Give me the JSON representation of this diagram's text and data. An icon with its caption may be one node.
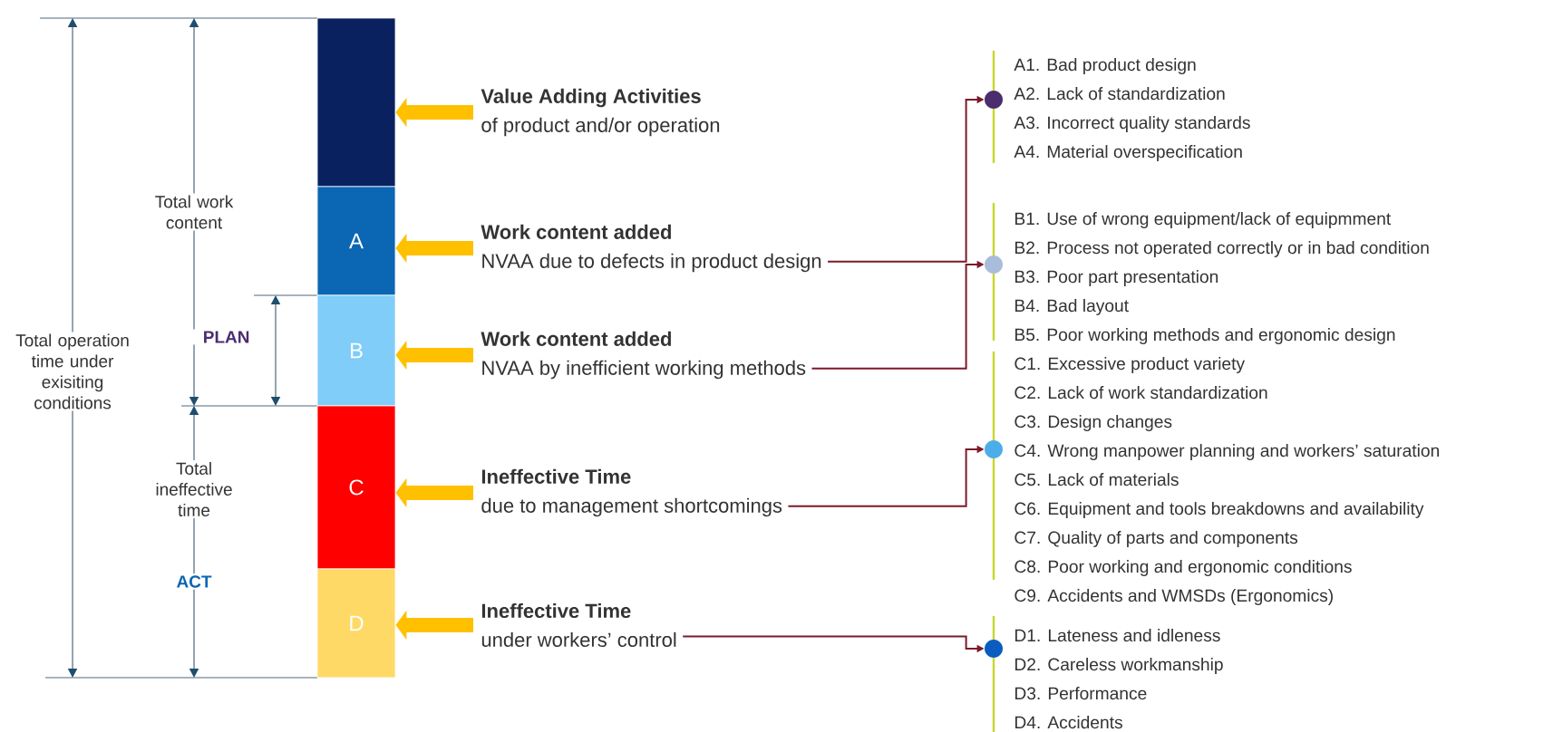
{
  "diagram": {
    "nodes": [
      {
        "text": [],
        "shape": "bar"
      },
      {
        "text": [
          "A"
        ]
      },
      {
        "text": [
          "B"
        ]
      },
      {
        "text": [
          "C"
        ]
      },
      {
        "text": [
          "D"
        ]
      },
      {
        "text": [
          "Value Adding Activities",
          "of product and/or operation"
        ]
      },
      {
        "text": [
          "Work content added",
          "NVAA due to defects in product design"
        ]
      },
      {
        "text": [
          "Work content added",
          "NVAA by inefficient working methods"
        ]
      },
      {
        "text": [
          "Ineffective Time",
          "due to management shortcomings"
        ]
      },
      {
        "text": [
          "Ineffective Time",
          "under workers’ control"
        ]
      },
      {
        "text": [],
        "shape": "circle",
        "beside": [
          "A1. Bad product design",
          "A2. Lack of standardization",
          "A3. Incorrect quality standards",
          "A4. Material overspecification"
        ]
      },
      {
        "text": [],
        "shape": "circle",
        "beside": [
          "B1. Use of wrong equipment/lack of equipmment",
          "B2. Process not operated correctly or in bad condition",
          "B3. Poor part presentation",
          "B4. Bad layout",
          "B5. Poor working methods and ergonomic design"
        ]
      },
      {
        "text": [],
        "shape": "circle",
        "beside": [
          "C1. Excessive product variety",
          "C2. Lack of work standardization",
          "C3. Design changes",
          "C4. Wrong manpower planning and workers’ saturation",
          "C5. Lack of materials",
          "C6. Equipment and tools breakdowns and availability",
          "C7. Quality of parts and components",
          "C8. Poor working and ergonomic conditions",
          "C9. Accidents and WMSDs (Ergonomics)"
        ]
      },
      {
        "text": [],
        "shape": "circle",
        "beside": [
          "D1. Lateness and idleness",
          "D2. Careless workmanship",
          "D3. Performance",
          "D4. Accidents"
        ]
      }
    ],
    "edges": [
      {
        "from": 5,
        "to": 0,
        "arrow": "to"
      },
      {
        "from": 6,
        "to": 1,
        "arrow": "to"
      },
      {
        "from": 7,
        "to": 2,
        "arrow": "to"
      },
      {
        "from": 8,
        "to": 3,
        "arrow": "to"
      },
      {
        "from": 9,
        "to": 4,
        "arrow": "to"
      },
      {
        "from": 6,
        "to": 10,
        "arrow": "to",
        "color": "#7b1a2a"
      },
      {
        "from": 7,
        "to": 11,
        "arrow": "to",
        "color": "#7b1a2a"
      },
      {
        "from": 8,
        "to": 12,
        "arrow": "to",
        "color": "#7b1a2a"
      },
      {
        "from": 9,
        "to": 13,
        "arrow": "to",
        "color": "#7b1a2a"
      }
    ],
    "labels": [
      "Total operation time under exisiting conditions",
      "Total work content",
      "PLAN",
      "Total ineffective time",
      "ACT"
    ]
  }
}
